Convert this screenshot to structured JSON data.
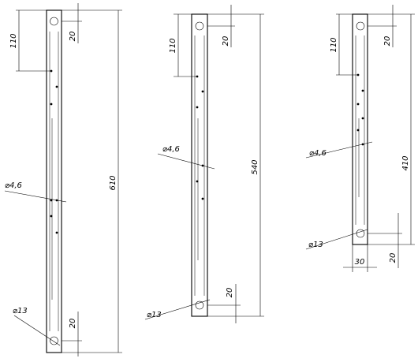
{
  "drawing": {
    "parts": [
      {
        "id": "part-610",
        "dims": {
          "top_hole_offset": "110",
          "hole_edge_top": "20",
          "overall_length": "610",
          "hole_edge_bottom": "20",
          "small_hole_dia": "⌀4,6",
          "large_hole_dia": "⌀13"
        }
      },
      {
        "id": "part-540",
        "dims": {
          "top_hole_offset": "110",
          "hole_edge_top": "20",
          "overall_length": "540",
          "hole_edge_bottom": "20",
          "small_hole_dia": "⌀4,6",
          "large_hole_dia": "⌀13"
        }
      },
      {
        "id": "part-410",
        "dims": {
          "top_hole_offset": "110",
          "hole_edge_top": "20",
          "overall_length": "410",
          "hole_edge_bottom": "20",
          "small_hole_dia": "⌀4,6",
          "large_hole_dia": "⌀13",
          "width": "30"
        }
      }
    ]
  }
}
